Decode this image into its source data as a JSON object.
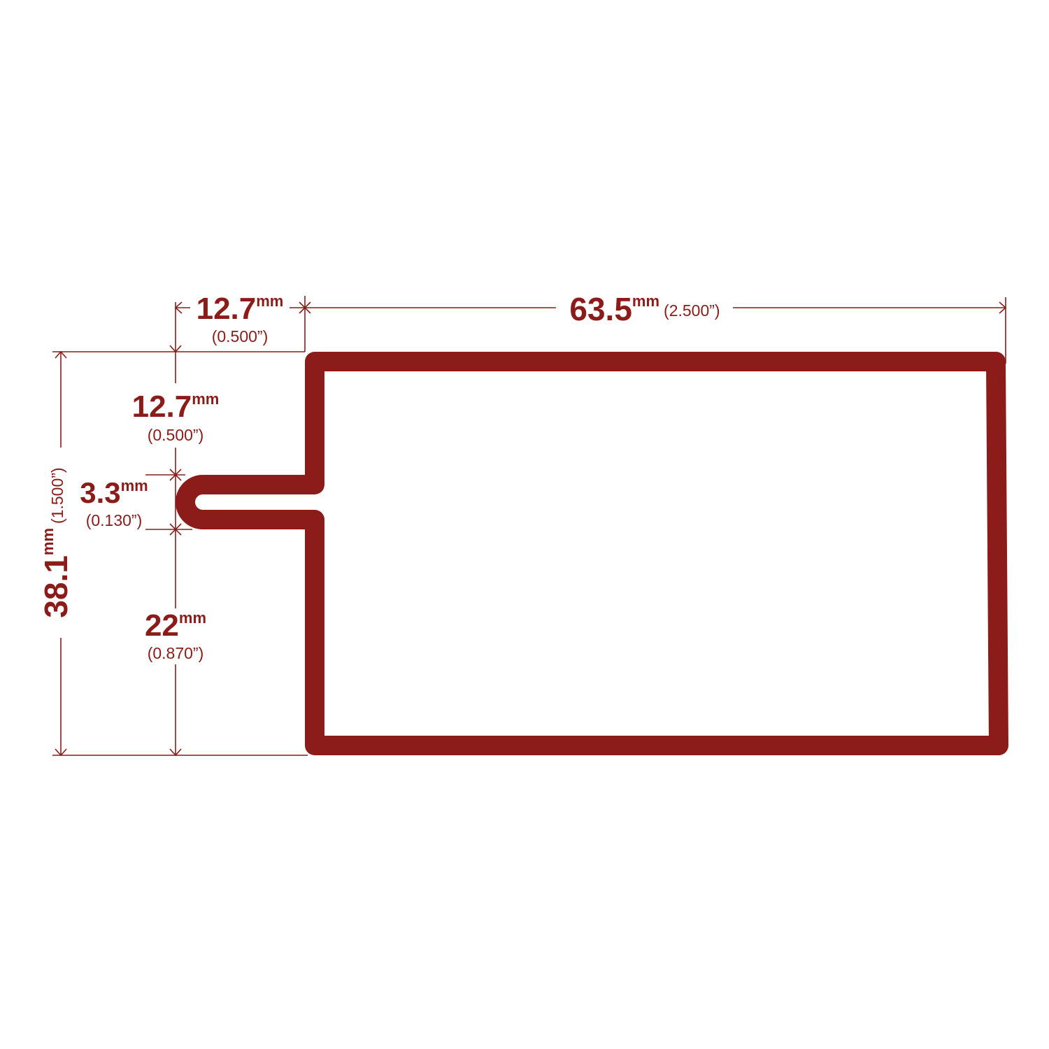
{
  "colors": {
    "profile": "#8B1C1A"
  },
  "dimensions": {
    "top_left_width": {
      "value": "12.7",
      "unit": "mm",
      "inch": "(0.500”)"
    },
    "overall_width": {
      "value": "63.5",
      "unit": "mm",
      "inch": "(2.500”)"
    },
    "slot_top_offset": {
      "value": "12.7",
      "unit": "mm",
      "inch": "(0.500”)"
    },
    "slot_width": {
      "value": "3.3",
      "unit": "mm",
      "inch": "(0.130”)"
    },
    "slot_bottom_offset": {
      "value": "22",
      "unit": "mm",
      "inch": "(0.870”)"
    },
    "overall_height": {
      "value": "38.1",
      "unit": "mm",
      "inch": "(1.500”)"
    }
  }
}
